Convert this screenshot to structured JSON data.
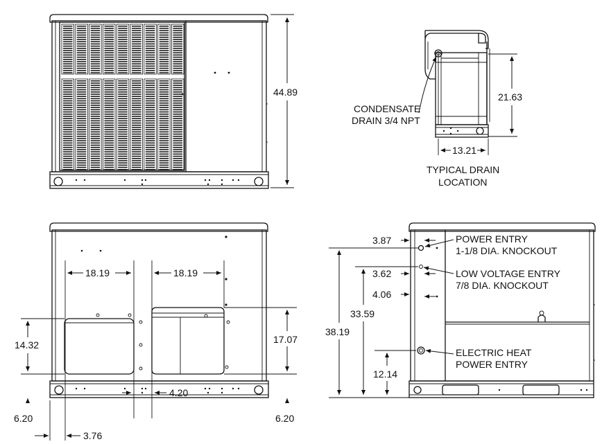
{
  "colors": {
    "line": "#111111",
    "background": "#ffffff"
  },
  "front_view": {
    "height_dim": "44.89"
  },
  "drain_view": {
    "callout_line1": "CONDENSATE",
    "callout_line2": "DRAIN 3/4 NPT",
    "height_dim": "21.63",
    "width_dim": "13.21",
    "caption_line1": "TYPICAL DRAIN",
    "caption_line2": "LOCATION"
  },
  "back_view": {
    "opening_left_width": "18.19",
    "opening_right_width": "18.19",
    "opening_left_height": "14.32",
    "opening_right_height": "17.07",
    "left_offset": "6.20",
    "right_offset": "6.20",
    "left_inset": "3.76",
    "center_gap": "4.20"
  },
  "side_view": {
    "dim_power_entry": "3.87",
    "dim_low_voltage": "3.62",
    "dim_low_voltage_2": "4.06",
    "dim_low_voltage_height": "33.59",
    "dim_power_height": "38.19",
    "dim_electric_heat_height": "12.14",
    "power_entry_line1": "POWER ENTRY",
    "power_entry_line2": "1-1/8 DIA. KNOCKOUT",
    "low_voltage_line1": "LOW VOLTAGE ENTRY",
    "low_voltage_line2": "7/8 DIA. KNOCKOUT",
    "electric_heat_line1": "ELECTRIC HEAT",
    "electric_heat_line2": "POWER ENTRY"
  }
}
